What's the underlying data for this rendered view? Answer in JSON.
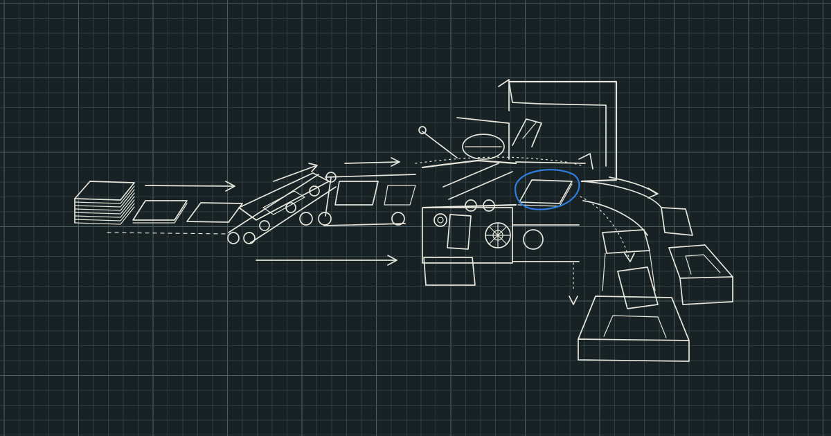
{
  "colors": {
    "background": "#182224",
    "grid_line": "#3a4a4c",
    "grid_major": "#4b5d60",
    "chalk": "#e6e6dc",
    "highlight": "#2f7fe0"
  },
  "grid": {
    "visible": true
  },
  "diagram": {
    "style": "chalk-sketch",
    "stages": [
      {
        "id": "sheet-stack",
        "icon": "stacked-sheets-icon"
      },
      {
        "id": "single-sheets",
        "icon": "sheet-icon"
      },
      {
        "id": "feed-conveyor",
        "icon": "conveyor-icon"
      },
      {
        "id": "flat-conveyor",
        "icon": "conveyor-icon"
      },
      {
        "id": "roller-press",
        "icon": "roller-icon"
      },
      {
        "id": "processed-sheet",
        "icon": "sheet-icon",
        "highlighted": true
      },
      {
        "id": "discharge-bins",
        "icon": "bin-icon"
      }
    ]
  }
}
